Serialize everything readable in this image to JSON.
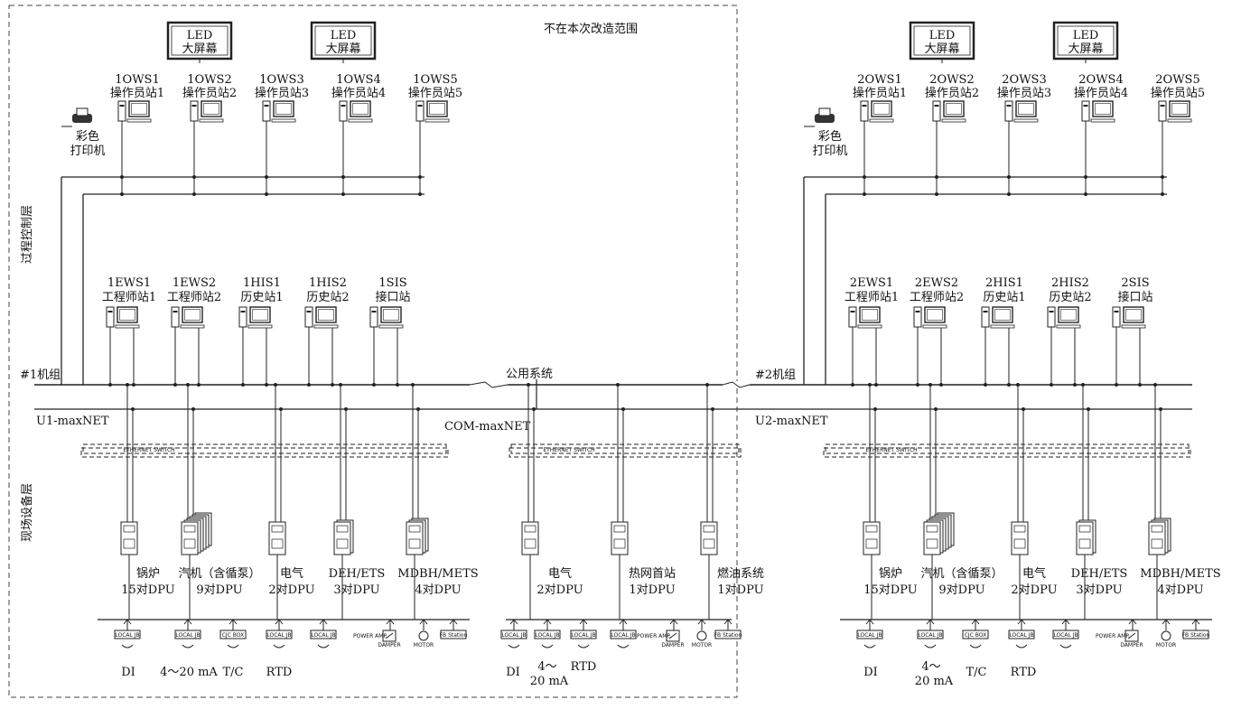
{
  "diagram": {
    "scope_note": "不在本次改造范围",
    "layers": {
      "process": "过程控制层",
      "field": "现场设备层"
    },
    "common_system": "公用系统",
    "com_net": "COM-maxNET",
    "switch_label": "ETHERNET SWITCH",
    "units": [
      {
        "group": "#1机组",
        "net": "U1-maxNET",
        "led": [
          "LED",
          "大屏幕"
        ],
        "printer": [
          "彩色",
          "打印机"
        ],
        "ows": [
          {
            "id": "1OWS1",
            "name": "操作员站1"
          },
          {
            "id": "1OWS2",
            "name": "操作员站2"
          },
          {
            "id": "1OWS3",
            "name": "操作员站3"
          },
          {
            "id": "1OWS4",
            "name": "操作员站4"
          },
          {
            "id": "1OWS5",
            "name": "操作员站5"
          }
        ],
        "ews": [
          {
            "id": "1EWS1",
            "name": "工程师站1"
          },
          {
            "id": "1EWS2",
            "name": "工程师站2"
          },
          {
            "id": "1HIS1",
            "name": "历史站1"
          },
          {
            "id": "1HIS2",
            "name": "历史站2"
          },
          {
            "id": "1SIS",
            "name": "接口站"
          }
        ],
        "dpus": [
          {
            "name": "锅炉",
            "count": "15对DPU"
          },
          {
            "name": "汽机（含循泵）",
            "count": "9对DPU"
          },
          {
            "name": "电气",
            "count": "2对DPU"
          },
          {
            "name": "DEH/ETS",
            "count": "3对DPU"
          },
          {
            "name": "MDBH/METS",
            "count": "4对DPU"
          }
        ],
        "io": [
          "DI",
          "4～20 mA",
          "T/C",
          "RTD"
        ]
      },
      {
        "group": "#2机组",
        "net": "U2-maxNET",
        "led": [
          "LED",
          "大屏幕"
        ],
        "printer": [
          "彩色",
          "打印机"
        ],
        "ows": [
          {
            "id": "2OWS1",
            "name": "操作员站1"
          },
          {
            "id": "2OWS2",
            "name": "操作员站2"
          },
          {
            "id": "2OWS3",
            "name": "操作员站3"
          },
          {
            "id": "2OWS4",
            "name": "操作员站4"
          },
          {
            "id": "2OWS5",
            "name": "操作员站5"
          }
        ],
        "ews": [
          {
            "id": "2EWS1",
            "name": "工程师站1"
          },
          {
            "id": "2EWS2",
            "name": "工程师站2"
          },
          {
            "id": "2HIS1",
            "name": "历史站1"
          },
          {
            "id": "2HIS2",
            "name": "历史站2"
          },
          {
            "id": "2SIS",
            "name": "接口站"
          }
        ],
        "dpus": [
          {
            "name": "锅炉",
            "count": "15对DPU"
          },
          {
            "name": "汽机（含循泵）",
            "count": "9对DPU"
          },
          {
            "name": "电气",
            "count": "2对DPU"
          },
          {
            "name": "DEH/ETS",
            "count": "3对DPU"
          },
          {
            "name": "MDBH/METS",
            "count": "4对DPU"
          }
        ],
        "io": [
          "DI",
          "4～",
          "20 mA",
          "T/C",
          "RTD"
        ]
      }
    ],
    "common": {
      "dpus": [
        {
          "name": "电气",
          "count": "2对DPU"
        },
        {
          "name": "热网首站",
          "count": "1对DPU"
        },
        {
          "name": "燃油系统",
          "count": "1对DPU"
        }
      ],
      "io": [
        "DI",
        "4～",
        "20 mA",
        "RTD"
      ]
    },
    "field_devices": {
      "local_jb": "LOCAL JB",
      "cjc_box": "CJC BOX",
      "power_amp": "POWER AMP.",
      "damper": "DAMPER",
      "motor": "MOTOR",
      "fb_station": "FB Station"
    }
  }
}
